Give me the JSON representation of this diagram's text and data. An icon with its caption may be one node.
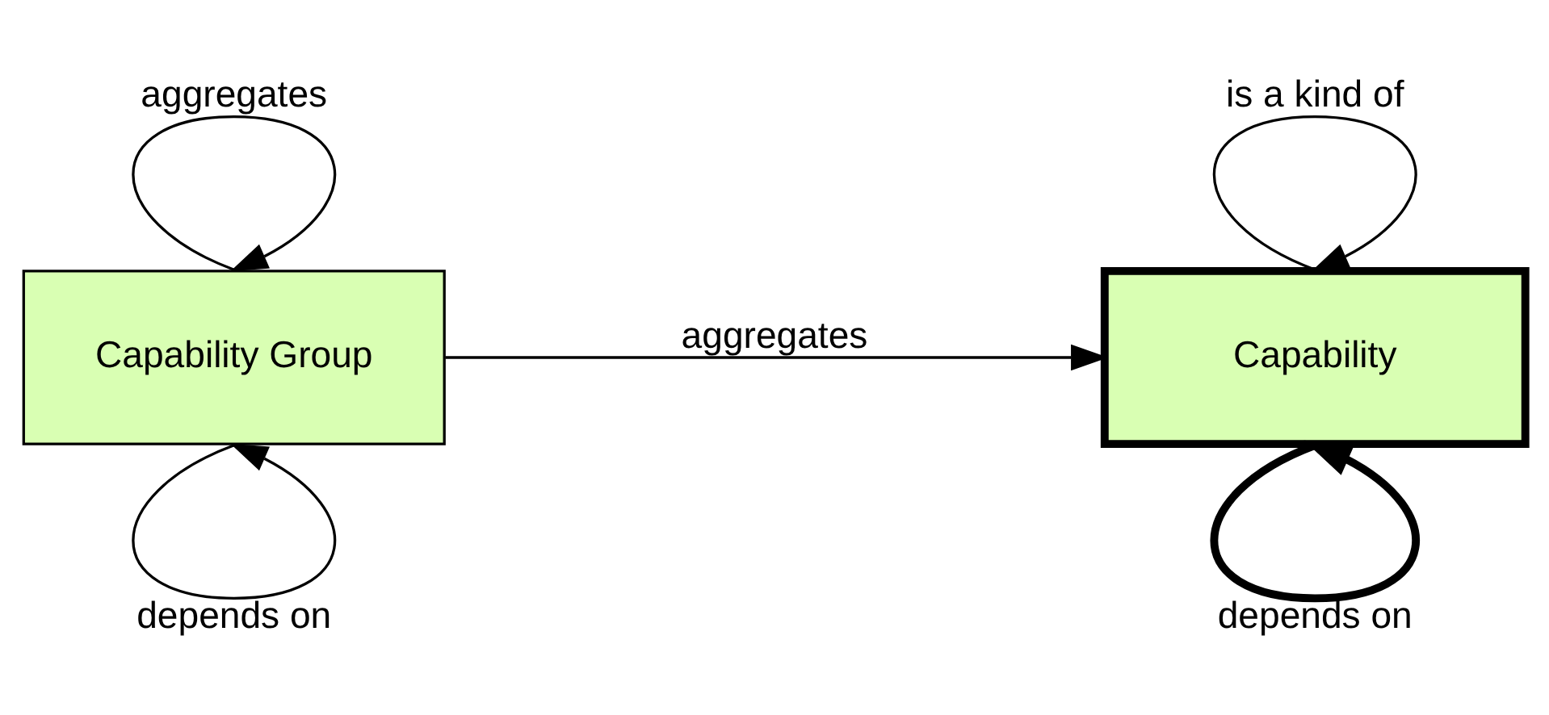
{
  "diagram": {
    "nodes": [
      {
        "text": [
          "Capability Group"
        ]
      },
      {
        "text": [
          "Capability"
        ]
      }
    ],
    "edges": [
      {
        "from": 0,
        "to": 0,
        "arrow": "to",
        "label": "aggregates"
      },
      {
        "from": 0,
        "to": 1,
        "arrow": "to",
        "label": "aggregates"
      },
      {
        "from": 0,
        "to": 0,
        "arrow": "to",
        "label": "depends on"
      },
      {
        "from": 1,
        "to": 1,
        "arrow": "to",
        "label": "is a kind of"
      },
      {
        "from": 1,
        "to": 1,
        "arrow": "to",
        "label": "depends on",
        "style": "thick"
      }
    ]
  }
}
